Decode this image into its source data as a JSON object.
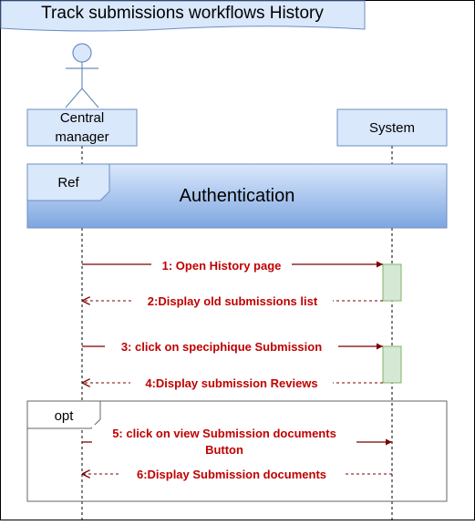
{
  "diagram": {
    "title": "Track submissions workflows History",
    "lifelines": {
      "manager": {
        "label_line1": "Central",
        "label_line2": "manager"
      },
      "system": {
        "label": "System"
      }
    },
    "ref_fragment": {
      "tag": "Ref",
      "title": "Authentication"
    },
    "opt_fragment": {
      "tag": "opt"
    },
    "messages": [
      {
        "id": 1,
        "kind": "call",
        "text": "1: Open History page"
      },
      {
        "id": 2,
        "kind": "return",
        "text": "2:Display old submissions list"
      },
      {
        "id": 3,
        "kind": "call",
        "text": "3: click on speciphique Submission"
      },
      {
        "id": 4,
        "kind": "return",
        "text": "4:Display submission Reviews"
      },
      {
        "id": 5,
        "kind": "call",
        "text_line1": "5: click on view Submission documents",
        "text_line2": "Button"
      },
      {
        "id": 6,
        "kind": "return",
        "text": "6:Display Submission documents"
      }
    ],
    "colors": {
      "message": "#7a0000",
      "label": "#c00000",
      "header_fill": "#dae8fc",
      "header_stroke": "#6c8ebf",
      "activation_fill": "#d5e8d4",
      "activation_stroke": "#82b366"
    }
  }
}
